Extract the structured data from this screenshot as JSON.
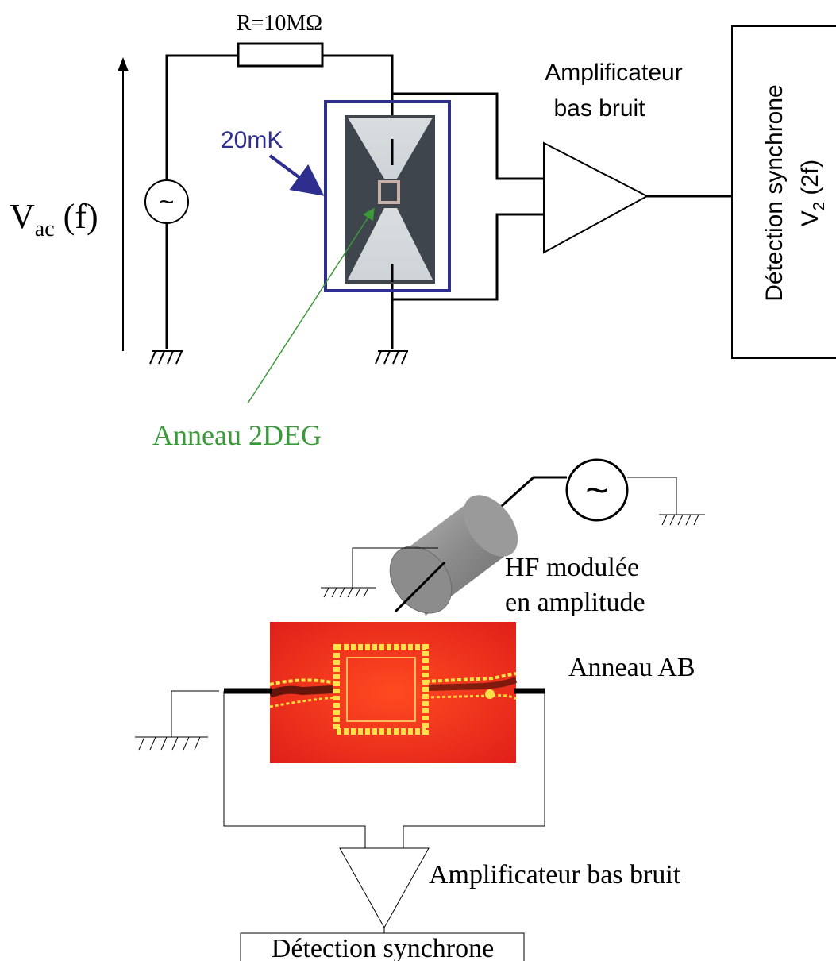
{
  "top_circuit": {
    "resistor_label": "R=10MΩ",
    "source_symbol": "~",
    "voltage_label_main": "V",
    "voltage_label_sub": "ac",
    "voltage_label_freq": " (f)",
    "temperature_label": "20mK",
    "ring_label": "Anneau 2DEG",
    "amplifier_label_line1": "Amplificateur",
    "amplifier_label_line2": "bas bruit",
    "detector_label_line1": "Détection synchrone",
    "detector_label_line2_main": "V",
    "detector_label_line2_sub": "2",
    "detector_label_line2_tail": " (2f)"
  },
  "bottom_circuit": {
    "source_symbol": "~",
    "hf_label_line1": "HF modulée",
    "hf_label_line2": "en amplitude",
    "ring_label": "Anneau AB",
    "amplifier_label": "Amplificateur bas bruit",
    "detector_label": "Détection synchrone"
  },
  "colors": {
    "temperature_blue": "#2e2e8f",
    "ring_green": "#3a9a3a",
    "sample_red": "#e8271a",
    "sample_yellow": "#ffe24a",
    "cylinder_grey": "#8a8a8a"
  }
}
